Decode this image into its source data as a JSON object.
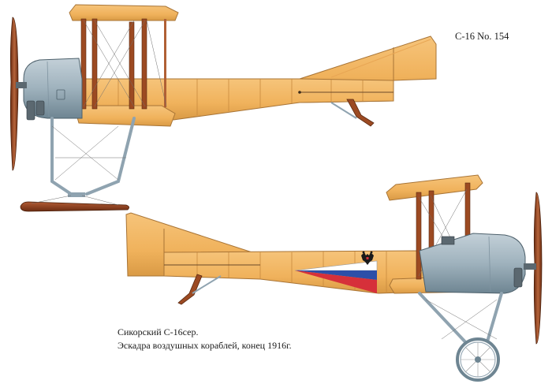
{
  "plane_top": {
    "designation": "С-16 No. 154"
  },
  "caption": {
    "line1": "Сикорский С-16сер.",
    "line2": "Эскадра воздушных кораблей, конец 1916г."
  },
  "colors": {
    "fabric": "#f0b560",
    "fabric_dark": "#d99a45",
    "fabric_light": "#f8cc84",
    "cowling": "#9fb2bd",
    "cowling_dark": "#6e8592",
    "strut_wood": "#9c4a22",
    "metal_strut": "#8fa3b0",
    "flag_white": "#ffffff",
    "flag_blue": "#2d4fa8",
    "flag_red": "#d6303a"
  },
  "icons": {
    "emblem": "double-headed-eagle-icon"
  }
}
